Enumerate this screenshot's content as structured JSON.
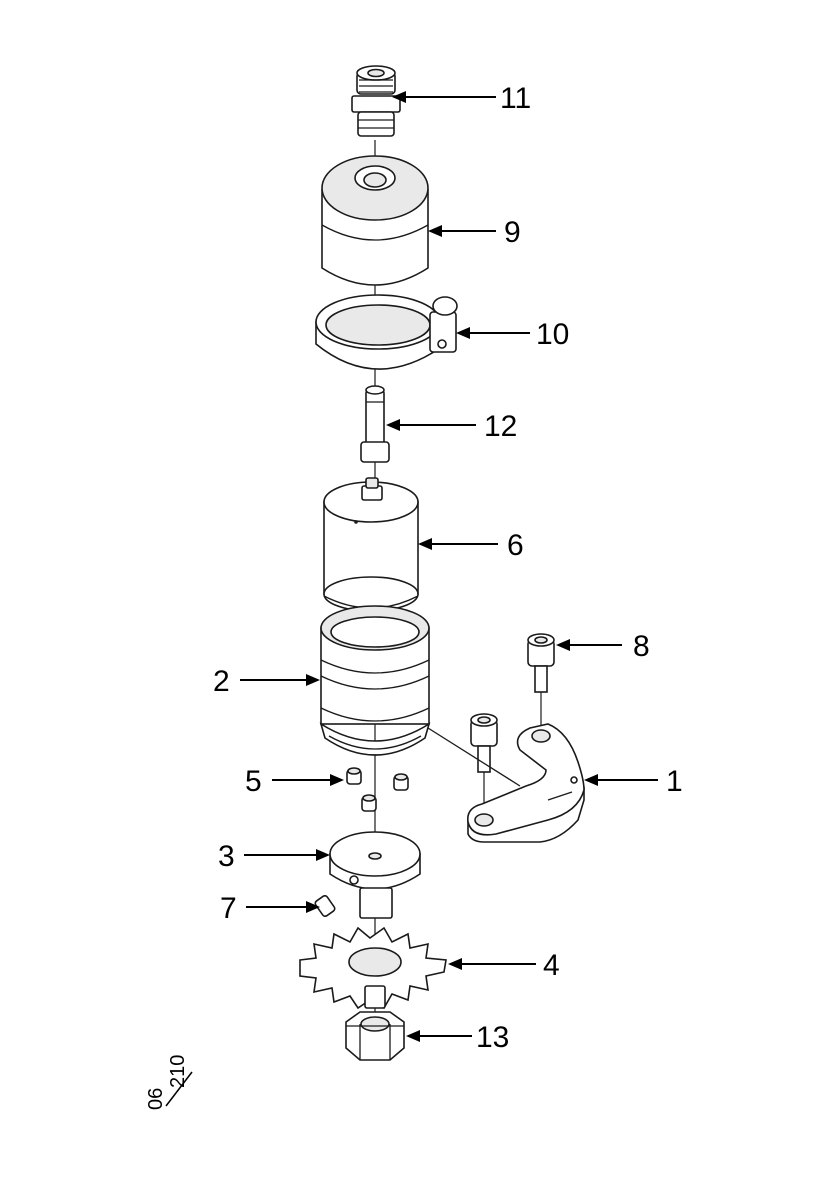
{
  "diagram": {
    "callouts": [
      {
        "id": "11",
        "label": "11"
      },
      {
        "id": "9",
        "label": "9"
      },
      {
        "id": "10",
        "label": "10"
      },
      {
        "id": "12",
        "label": "12"
      },
      {
        "id": "6",
        "label": "6"
      },
      {
        "id": "8",
        "label": "8"
      },
      {
        "id": "2",
        "label": "2"
      },
      {
        "id": "1",
        "label": "1"
      },
      {
        "id": "5",
        "label": "5"
      },
      {
        "id": "3",
        "label": "3"
      },
      {
        "id": "7",
        "label": "7"
      },
      {
        "id": "4",
        "label": "4"
      },
      {
        "id": "13",
        "label": "13"
      }
    ],
    "stamp": {
      "top": "06",
      "bottom": "210"
    }
  }
}
